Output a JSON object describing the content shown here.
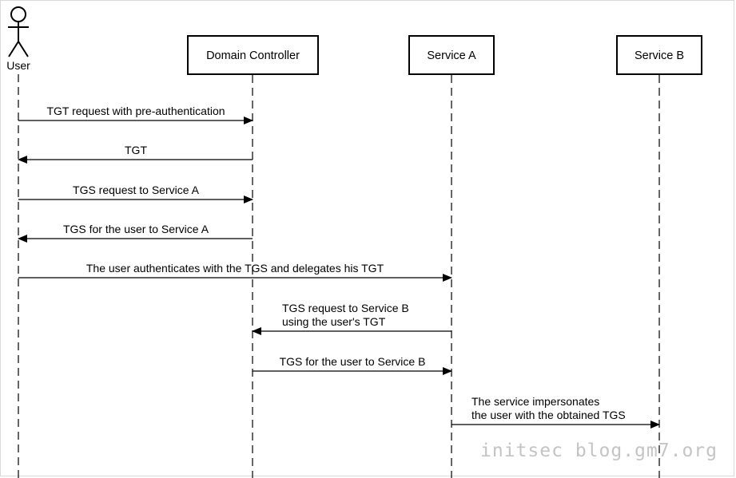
{
  "participants": {
    "user": "User",
    "domain_controller": "Domain Controller",
    "service_a": "Service A",
    "service_b": "Service B"
  },
  "messages": [
    {
      "lines": [
        "TGT request with pre-authentication"
      ],
      "from": "user",
      "to": "domain_controller"
    },
    {
      "lines": [
        "TGT"
      ],
      "from": "domain_controller",
      "to": "user"
    },
    {
      "lines": [
        "TGS request to Service A"
      ],
      "from": "user",
      "to": "domain_controller"
    },
    {
      "lines": [
        "TGS for the user to Service A"
      ],
      "from": "domain_controller",
      "to": "user"
    },
    {
      "lines": [
        "The user authenticates with the TGS and delegates his TGT"
      ],
      "from": "user",
      "to": "service_a"
    },
    {
      "lines": [
        "TGS request to Service B",
        "using the user's TGT"
      ],
      "from": "service_a",
      "to": "domain_controller"
    },
    {
      "lines": [
        "TGS for the user to Service B"
      ],
      "from": "domain_controller",
      "to": "service_a"
    },
    {
      "lines": [
        "The service impersonates",
        "the user with the obtained TGS"
      ],
      "from": "service_a",
      "to": "service_b"
    }
  ],
  "watermark": "initsec blog.gm7.org",
  "colors": {
    "line": "#000000",
    "watermark": "#c4c4c4",
    "frame": "#d9d9d9"
  }
}
